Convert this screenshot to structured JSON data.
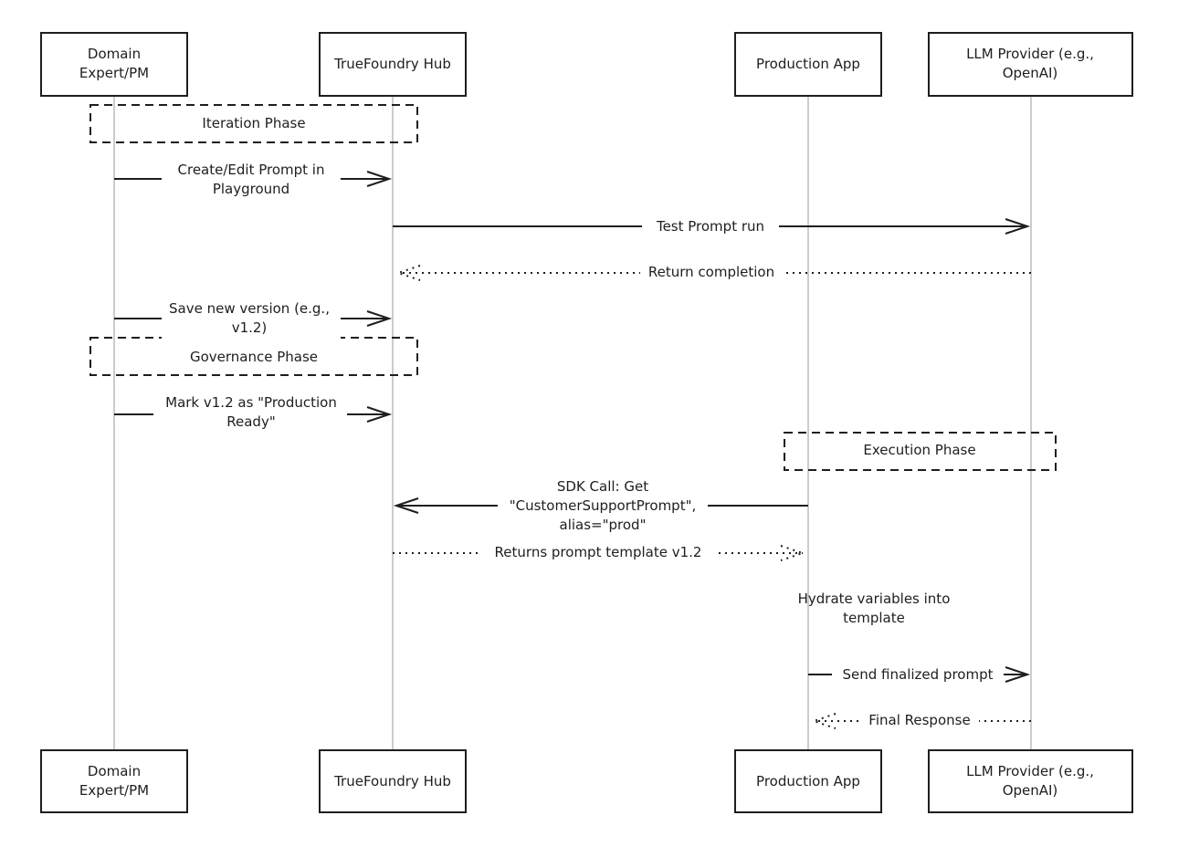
{
  "participants": [
    {
      "id": "pm",
      "lines": [
        "Domain",
        "Expert/PM"
      ]
    },
    {
      "id": "hub",
      "lines": [
        "TrueFoundry Hub"
      ]
    },
    {
      "id": "app",
      "lines": [
        "Production App"
      ]
    },
    {
      "id": "llm",
      "lines": [
        "LLM Provider (e.g.,",
        "OpenAI)"
      ]
    }
  ],
  "phases": [
    {
      "label": "Iteration Phase"
    },
    {
      "label": "Governance Phase"
    },
    {
      "label": "Execution Phase"
    }
  ],
  "messages": [
    {
      "from": "pm",
      "to": "hub",
      "style": "solid",
      "lines": [
        "Create/Edit Prompt in",
        "Playground"
      ]
    },
    {
      "from": "hub",
      "to": "llm",
      "style": "solid",
      "lines": [
        "Test Prompt run"
      ]
    },
    {
      "from": "llm",
      "to": "hub",
      "style": "dotted",
      "lines": [
        "Return completion"
      ]
    },
    {
      "from": "pm",
      "to": "hub",
      "style": "solid",
      "lines": [
        "Save new version (e.g.,",
        "v1.2)"
      ]
    },
    {
      "from": "pm",
      "to": "hub",
      "style": "solid",
      "lines": [
        "Mark v1.2 as \"Production",
        "Ready\""
      ]
    },
    {
      "from": "app",
      "to": "hub",
      "style": "solid",
      "lines": [
        "SDK Call: Get",
        "\"CustomerSupportPrompt\",",
        "alias=\"prod\""
      ]
    },
    {
      "from": "hub",
      "to": "app",
      "style": "dotted",
      "lines": [
        "Returns prompt template v1.2"
      ]
    },
    {
      "from": "app",
      "to": "app",
      "style": "note",
      "lines": [
        "Hydrate variables into",
        "template"
      ]
    },
    {
      "from": "app",
      "to": "llm",
      "style": "solid",
      "lines": [
        "Send finalized prompt"
      ]
    },
    {
      "from": "llm",
      "to": "app",
      "style": "dotted",
      "lines": [
        "Final Response"
      ]
    }
  ]
}
